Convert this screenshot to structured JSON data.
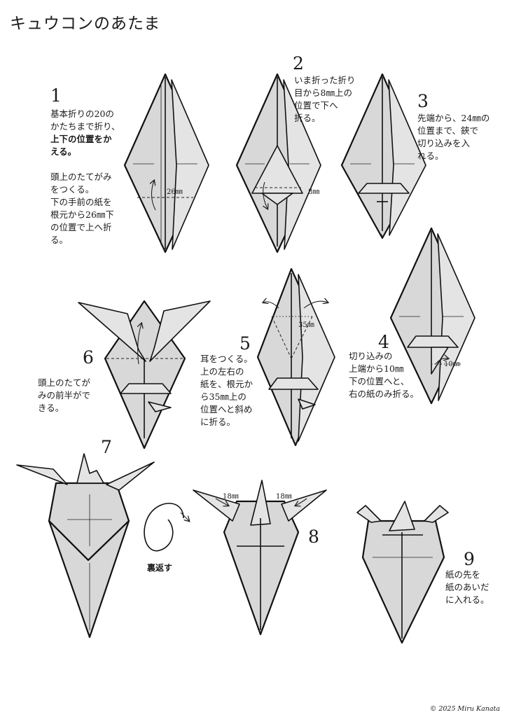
{
  "title": "キュウコンのあたま",
  "steps": [
    {
      "number": "1",
      "text_before": "基本折りの20の\nかたちまで折り、",
      "text_bold": "上下の位置をか\nえる。",
      "text_after": "頭上のたてがみ\nをつくる。\n下の手前の紙を\n根元から26㎜下\nの位置で上へ折\nる。"
    },
    {
      "number": "2",
      "text": "いま折った折り\n目から8㎜上の\n位置で下へ\n折る。"
    },
    {
      "number": "3",
      "text": "先端から、24㎜の\n位置まで、鋏で\n切り込みを入\nれる。"
    },
    {
      "number": "4",
      "text": "切り込みの\n上端から10㎜\n下の位置へと、\n右の紙のみ折る。"
    },
    {
      "number": "5",
      "text": "耳をつくる。\n上の左右の\n紙を、根元か\nら35㎜上の\n位置へと斜め\nに折る。"
    },
    {
      "number": "6",
      "text": "頭上のたてが\nみの前半がで\nきる。"
    },
    {
      "number": "7",
      "text": ""
    },
    {
      "number": "8",
      "text": ""
    },
    {
      "number": "9",
      "text": "紙の先を\n紙のあいだ\nに入れる。"
    }
  ],
  "dimensions": {
    "d1": "26㎜",
    "d2": "8㎜",
    "d4": "10㎜",
    "d5": "35㎜",
    "d8_left": "18㎜",
    "d8_right": "18㎜"
  },
  "flip_label": "裏返す",
  "copyright": "© 2025 Miru Kanata"
}
